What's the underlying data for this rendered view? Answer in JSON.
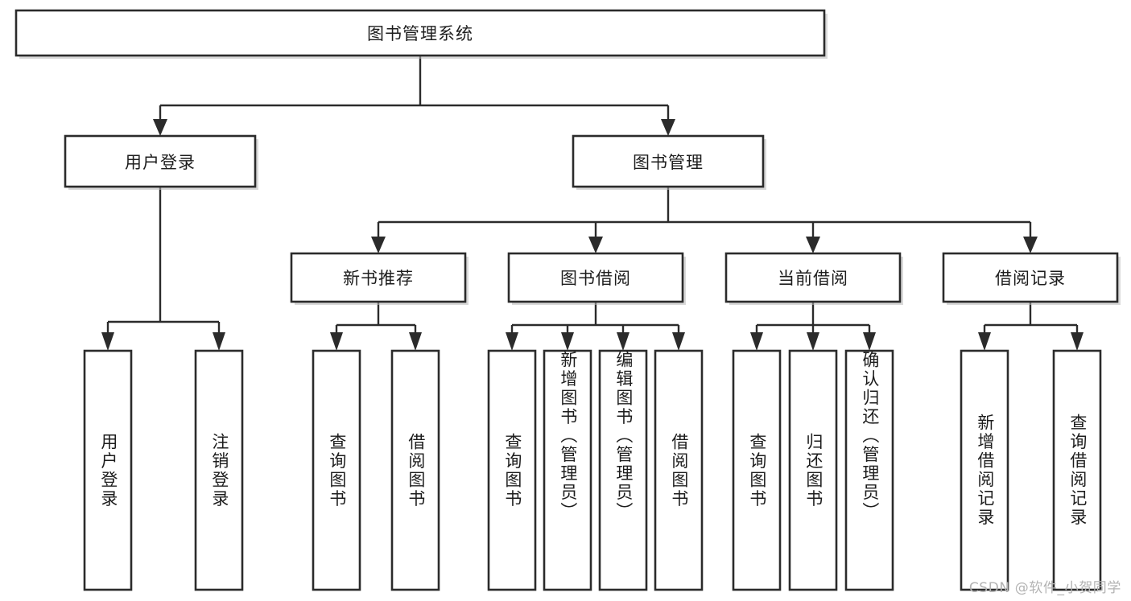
{
  "diagram": {
    "type": "tree-hierarchy",
    "title": "图书管理系统",
    "watermark": "CSDN @软件_小贺同学",
    "colors": {
      "box_stroke": "#2b2b2b",
      "box_fill": "#ffffff",
      "connector": "#2b2b2b",
      "text": "#1d1d1d",
      "watermark": "#b3b3b3",
      "background": "#ffffff"
    },
    "levels": {
      "root": "图书管理系统",
      "level2": [
        "用户登录",
        "图书管理"
      ],
      "level3": [
        "新书推荐",
        "图书借阅",
        "当前借阅",
        "借阅记录"
      ]
    },
    "nodes": {
      "root": {
        "label": "图书管理系统",
        "orientation": "horizontal"
      },
      "user_login": {
        "label": "用户登录",
        "orientation": "horizontal"
      },
      "book_manage": {
        "label": "图书管理",
        "orientation": "horizontal"
      },
      "new_book_rec": {
        "label": "新书推荐",
        "orientation": "horizontal"
      },
      "book_borrow": {
        "label": "图书借阅",
        "orientation": "horizontal"
      },
      "current_borrow": {
        "label": "当前借阅",
        "orientation": "horizontal"
      },
      "borrow_record": {
        "label": "借阅记录",
        "orientation": "horizontal"
      },
      "leaf_user_login": {
        "label": "用户登录",
        "orientation": "vertical"
      },
      "leaf_logout": {
        "label": "注销登录",
        "orientation": "vertical"
      },
      "leaf_query_book_a": {
        "label": "查询图书",
        "orientation": "vertical"
      },
      "leaf_borrow_book_a": {
        "label": "借阅图书",
        "orientation": "vertical"
      },
      "leaf_query_book_b": {
        "label": "查询图书",
        "orientation": "vertical"
      },
      "leaf_add_book": {
        "label": "新增图书（管理员）",
        "orientation": "vertical"
      },
      "leaf_edit_book": {
        "label": "编辑图书（管理员）",
        "orientation": "vertical"
      },
      "leaf_borrow_book_b": {
        "label": "借阅图书",
        "orientation": "vertical"
      },
      "leaf_query_book_c": {
        "label": "查询图书",
        "orientation": "vertical"
      },
      "leaf_return_book": {
        "label": "归还图书",
        "orientation": "vertical"
      },
      "leaf_confirm_return": {
        "label": "确认归还（管理员）",
        "orientation": "vertical"
      },
      "leaf_add_record": {
        "label": "新增借阅记录",
        "orientation": "vertical"
      },
      "leaf_query_record": {
        "label": "查询借阅记录",
        "orientation": "vertical"
      }
    },
    "edges": [
      {
        "from": "root",
        "to": "user_login"
      },
      {
        "from": "root",
        "to": "book_manage"
      },
      {
        "from": "user_login",
        "to": "leaf_user_login"
      },
      {
        "from": "user_login",
        "to": "leaf_logout"
      },
      {
        "from": "book_manage",
        "to": "new_book_rec"
      },
      {
        "from": "book_manage",
        "to": "book_borrow"
      },
      {
        "from": "book_manage",
        "to": "current_borrow"
      },
      {
        "from": "book_manage",
        "to": "borrow_record"
      },
      {
        "from": "new_book_rec",
        "to": "leaf_query_book_a"
      },
      {
        "from": "new_book_rec",
        "to": "leaf_borrow_book_a"
      },
      {
        "from": "book_borrow",
        "to": "leaf_query_book_b"
      },
      {
        "from": "book_borrow",
        "to": "leaf_add_book"
      },
      {
        "from": "book_borrow",
        "to": "leaf_edit_book"
      },
      {
        "from": "book_borrow",
        "to": "leaf_borrow_book_b"
      },
      {
        "from": "current_borrow",
        "to": "leaf_query_book_c"
      },
      {
        "from": "current_borrow",
        "to": "leaf_return_book"
      },
      {
        "from": "current_borrow",
        "to": "leaf_confirm_return"
      },
      {
        "from": "borrow_record",
        "to": "leaf_add_record"
      },
      {
        "from": "borrow_record",
        "to": "leaf_query_record"
      }
    ]
  }
}
